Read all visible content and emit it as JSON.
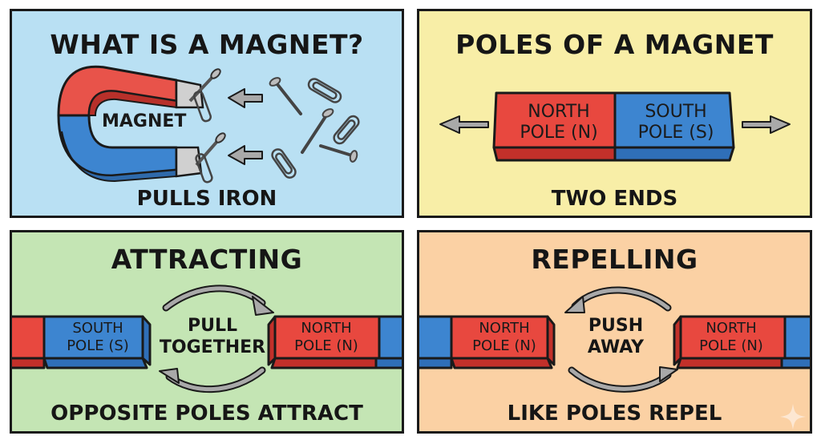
{
  "panels": {
    "what_is": {
      "title": "WHAT IS A MAGNET?",
      "magnet_label": "MAGNET",
      "caption": "PULLS IRON",
      "background": "#b9e0f3",
      "objects": [
        "horseshoe-magnet",
        "nails",
        "paper-clips",
        "attraction-arrows"
      ]
    },
    "poles": {
      "title": "POLES OF A MAGNET",
      "north_label": [
        "NORTH",
        "POLE (N)"
      ],
      "south_label": [
        "SOUTH",
        "POLE (S)"
      ],
      "caption": "TWO ENDS",
      "background": "#f8eea7"
    },
    "attracting": {
      "title": "ATTRACTING",
      "left_magnet_label": [
        "SOUTH",
        "POLE (S)"
      ],
      "right_magnet_label": [
        "NORTH",
        "POLE (N)"
      ],
      "center_text": [
        "PULL",
        "TOGETHER"
      ],
      "caption": "OPPOSITE POLES ATTRACT",
      "background": "#c4e5b4"
    },
    "repelling": {
      "title": "REPELLING",
      "left_magnet_label": [
        "NORTH",
        "POLE (N)"
      ],
      "right_magnet_label": [
        "NORTH",
        "POLE (N)"
      ],
      "center_text": [
        "PUSH",
        "AWAY"
      ],
      "caption": "LIKE POLES REPEL",
      "background": "#fbd1a4"
    }
  },
  "colors": {
    "north_red": "#e8483f",
    "south_blue": "#3d85d0",
    "arrow_gray": "#a9a9a9",
    "outline": "#1a1a1a"
  },
  "watermark": "sparkle-icon"
}
